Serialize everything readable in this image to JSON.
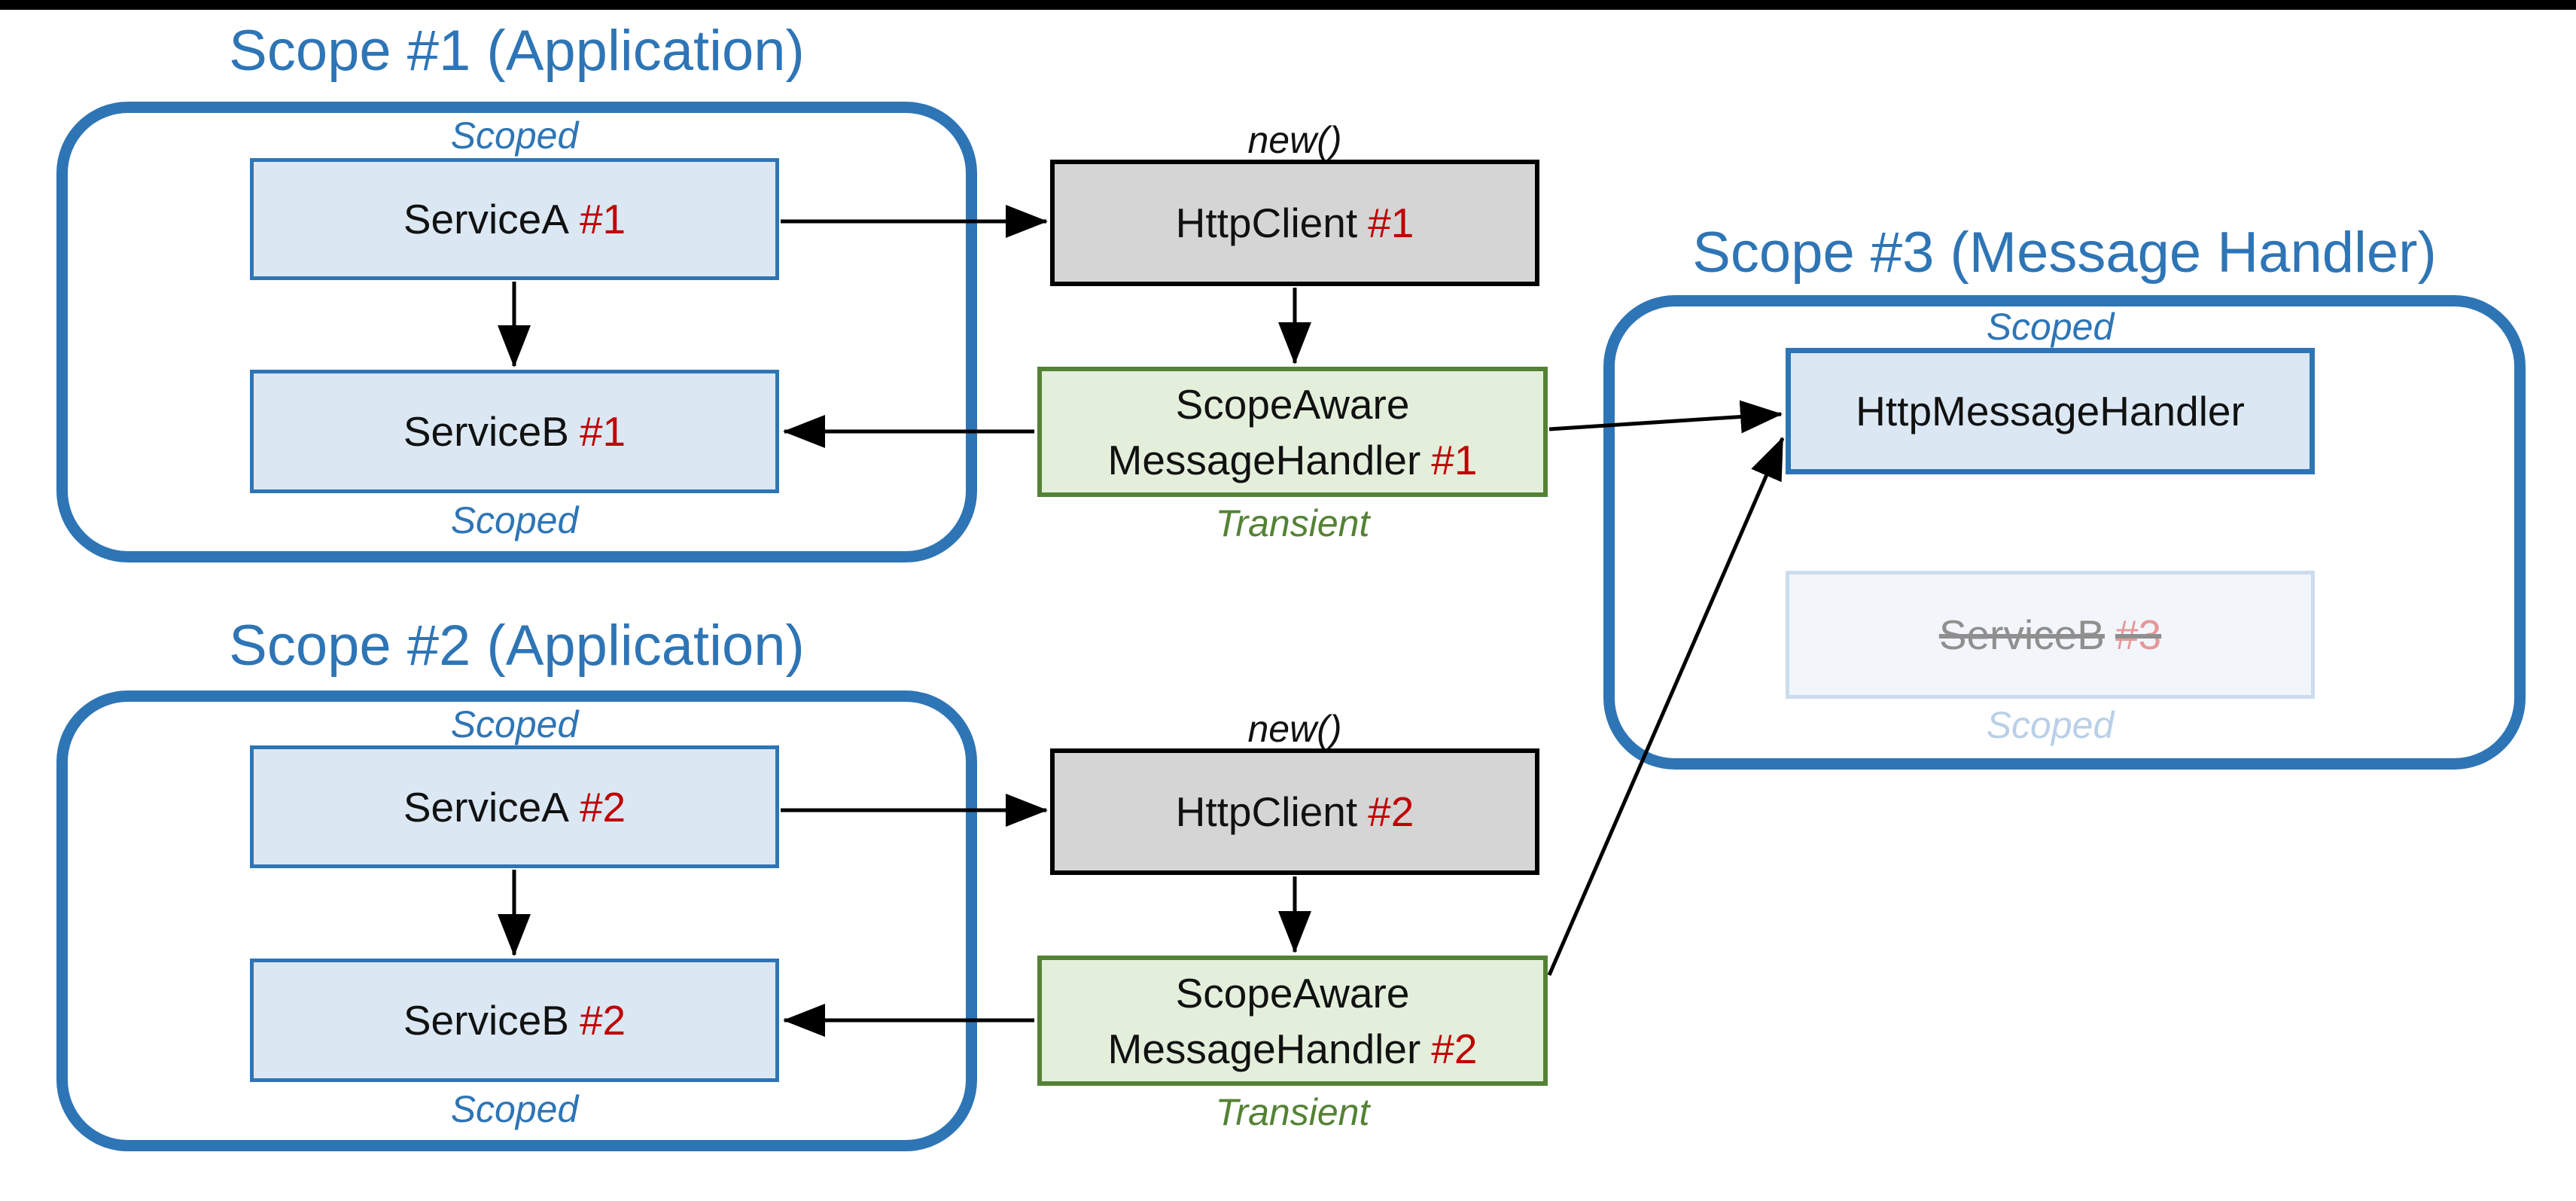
{
  "diagram": {
    "scope1": {
      "title": "Scope #1 (Application)",
      "scoped_top": "Scoped",
      "scoped_bottom": "Scoped",
      "serviceA": {
        "name": "ServiceA",
        "id": "#1"
      },
      "serviceB": {
        "name": "ServiceB",
        "id": "#1"
      }
    },
    "scope2": {
      "title": "Scope #2 (Application)",
      "scoped_top": "Scoped",
      "scoped_bottom": "Scoped",
      "serviceA": {
        "name": "ServiceA",
        "id": "#2"
      },
      "serviceB": {
        "name": "ServiceB",
        "id": "#2"
      }
    },
    "scope3": {
      "title": "Scope #3 (Message Handler)",
      "scoped_top": "Scoped",
      "handler": {
        "name": "HttpMessageHandler"
      },
      "serviceB_disposed": {
        "name": "ServiceB",
        "id": "#3",
        "scoped_label": "Scoped"
      }
    },
    "client1": {
      "creation": "new()",
      "name": "HttpClient",
      "id": "#1"
    },
    "client2": {
      "creation": "new()",
      "name": "HttpClient",
      "id": "#2"
    },
    "handler1": {
      "line1": "ScopeAware",
      "line2": "MessageHandler",
      "id": "#1",
      "lifetime": "Transient"
    },
    "handler2": {
      "line1": "ScopeAware",
      "line2": "MessageHandler",
      "id": "#2",
      "lifetime": "Transient"
    }
  },
  "colors": {
    "accent_blue": "#2E75B6",
    "service_box_fill": "#DBE8F4",
    "httpclient_fill": "#D5D5D5",
    "transient_fill": "#E3EFDB",
    "transient_border": "#548235",
    "instance_red": "#C00000",
    "disposed_fill": "#F2F6FB",
    "disposed_border": "#CBDCEC",
    "disposed_text": "#8F8F8F",
    "disposed_instance": "#E59898",
    "disposed_scoped": "#B9D0E7",
    "arrow": "#000000",
    "top_bar": "#000000"
  }
}
